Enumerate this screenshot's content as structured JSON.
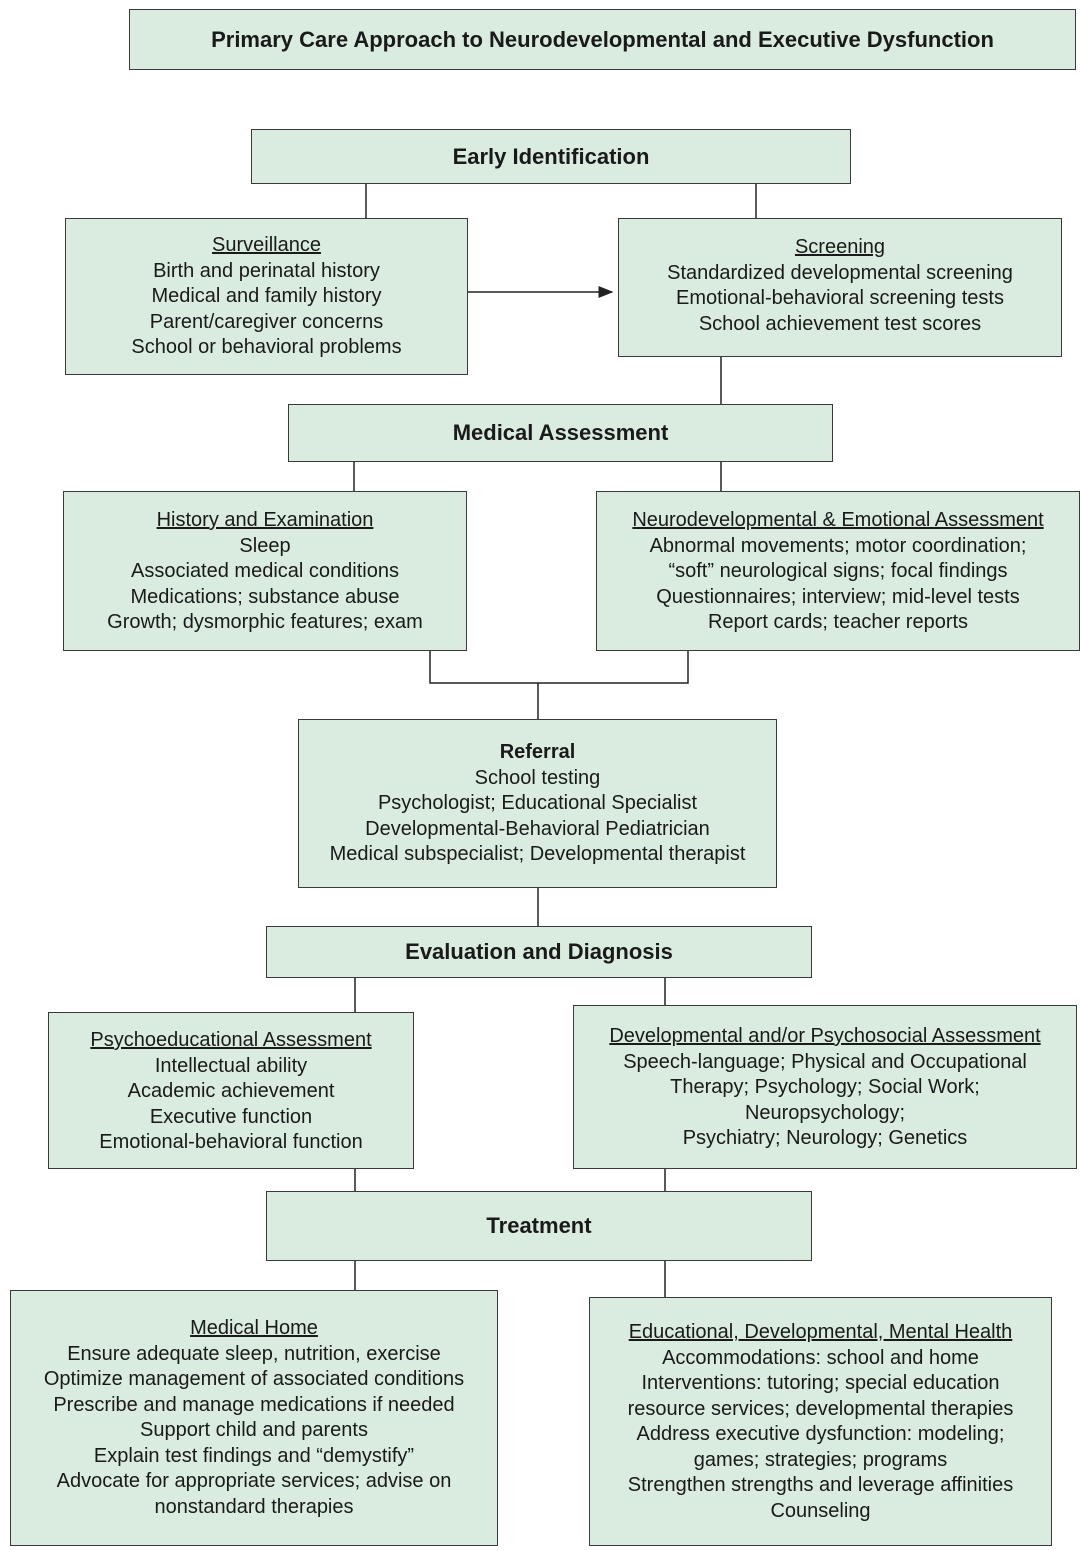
{
  "title": "Primary Care Approach to Neurodevelopmental and Executive Dysfunction",
  "early": {
    "header": "Early Identification",
    "surveillance": {
      "title": "Surveillance",
      "items": [
        "Birth and perinatal history",
        "Medical and family history",
        "Parent/caregiver concerns",
        "School or behavioral problems"
      ]
    },
    "screening": {
      "title": "Screening",
      "items": [
        "Standardized developmental screening",
        "Emotional-behavioral screening tests",
        "School achievement test scores"
      ]
    }
  },
  "medical": {
    "header": "Medical Assessment",
    "history": {
      "title": "History and Examination",
      "items": [
        "Sleep",
        "Associated medical conditions",
        "Medications; substance abuse",
        "Growth; dysmorphic features; exam"
      ]
    },
    "neuro": {
      "title": "Neurodevelopmental & Emotional Assessment",
      "items": [
        "Abnormal movements; motor coordination;",
        "“soft” neurological signs; focal findings",
        "Questionnaires; interview; mid-level tests",
        "Report cards; teacher reports"
      ]
    }
  },
  "referral": {
    "title": "Referral",
    "items": [
      "School testing",
      "Psychologist; Educational Specialist",
      "Developmental-Behavioral Pediatrician",
      "Medical subspecialist; Developmental therapist"
    ]
  },
  "evaluation": {
    "header": "Evaluation and Diagnosis",
    "psychoed": {
      "title": "Psychoeducational Assessment",
      "items": [
        "Intellectual ability",
        "Academic achievement",
        "Executive function",
        "Emotional-behavioral function"
      ]
    },
    "devpsych": {
      "title": "Developmental and/or Psychosocial Assessment",
      "items": [
        "Speech-language; Physical and Occupational",
        "Therapy; Psychology; Social Work;",
        "Neuropsychology;",
        "Psychiatry; Neurology; Genetics"
      ]
    }
  },
  "treatment": {
    "header": "Treatment",
    "medhome": {
      "title": "Medical Home",
      "items": [
        "Ensure adequate sleep, nutrition, exercise",
        "Optimize management of associated conditions",
        "Prescribe and manage medications if needed",
        "Support child and parents",
        "Explain test findings and “demystify”",
        "Advocate for appropriate services; advise on",
        "nonstandard therapies"
      ]
    },
    "edu": {
      "title": "Educational, Developmental, Mental Health",
      "items": [
        "Accommodations: school and home",
        "Interventions: tutoring; special education",
        "resource services; developmental therapies",
        "Address executive dysfunction: modeling;",
        "games; strategies; programs",
        "Strengthen strengths and leverage affinities",
        "Counseling"
      ]
    }
  },
  "colors": {
    "box_fill": "#d9ecdf",
    "border": "#3a3a3a",
    "text": "#1a1a1a"
  }
}
